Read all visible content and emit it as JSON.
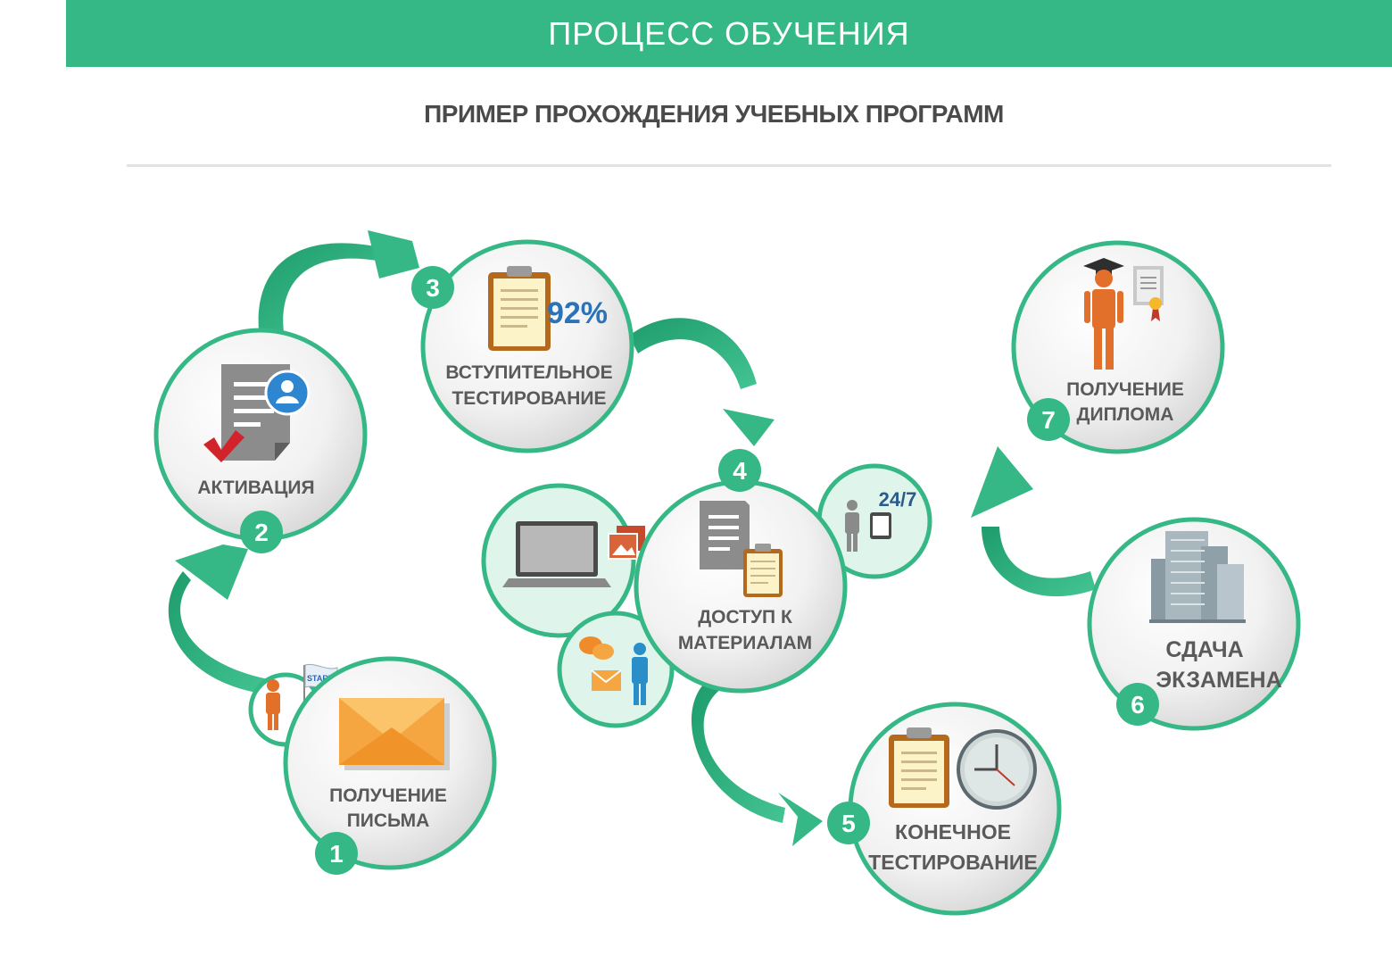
{
  "header": {
    "title": "ПРОЦЕСС ОБУЧЕНИЯ",
    "subtitle": "ПРИМЕР ПРОХОЖДЕНИЯ УЧЕБНЫХ ПРОГРАММ"
  },
  "colors": {
    "accent": "#35b885",
    "light_accent": "#dff5ec",
    "text": "#5a5a5a"
  },
  "steps": [
    {
      "number": "1",
      "label_line1": "ПОЛУЧЕНИЕ",
      "label_line2": "ПИСЬМА",
      "icon": "envelope-icon"
    },
    {
      "number": "2",
      "label_line1": "АКТИВАЦИЯ",
      "icon": "document-user-icon"
    },
    {
      "number": "3",
      "label_line1": "ВСТУПИТЕЛЬНОЕ",
      "label_line2": "ТЕСТИРОВАНИЕ",
      "score": "92%",
      "icon": "clipboard-icon"
    },
    {
      "number": "4",
      "label_line1": "ДОСТУП К",
      "label_line2": "МАТЕРИАЛАМ",
      "icon": "documents-icon"
    },
    {
      "number": "5",
      "label_line1": "КОНЕЧНОЕ",
      "label_line2": "ТЕСТИРОВАНИЕ",
      "icon": "clipboard-clock-icon"
    },
    {
      "number": "6",
      "label_line1": "СДАЧА",
      "label_line2": "ЭКЗАМЕНА",
      "icon": "building-icon"
    },
    {
      "number": "7",
      "label_line1": "ПОЛУЧЕНИЕ",
      "label_line2": "ДИПЛОМА",
      "icon": "graduate-icon"
    }
  ],
  "start_flag": "START",
  "availability": "24/7"
}
